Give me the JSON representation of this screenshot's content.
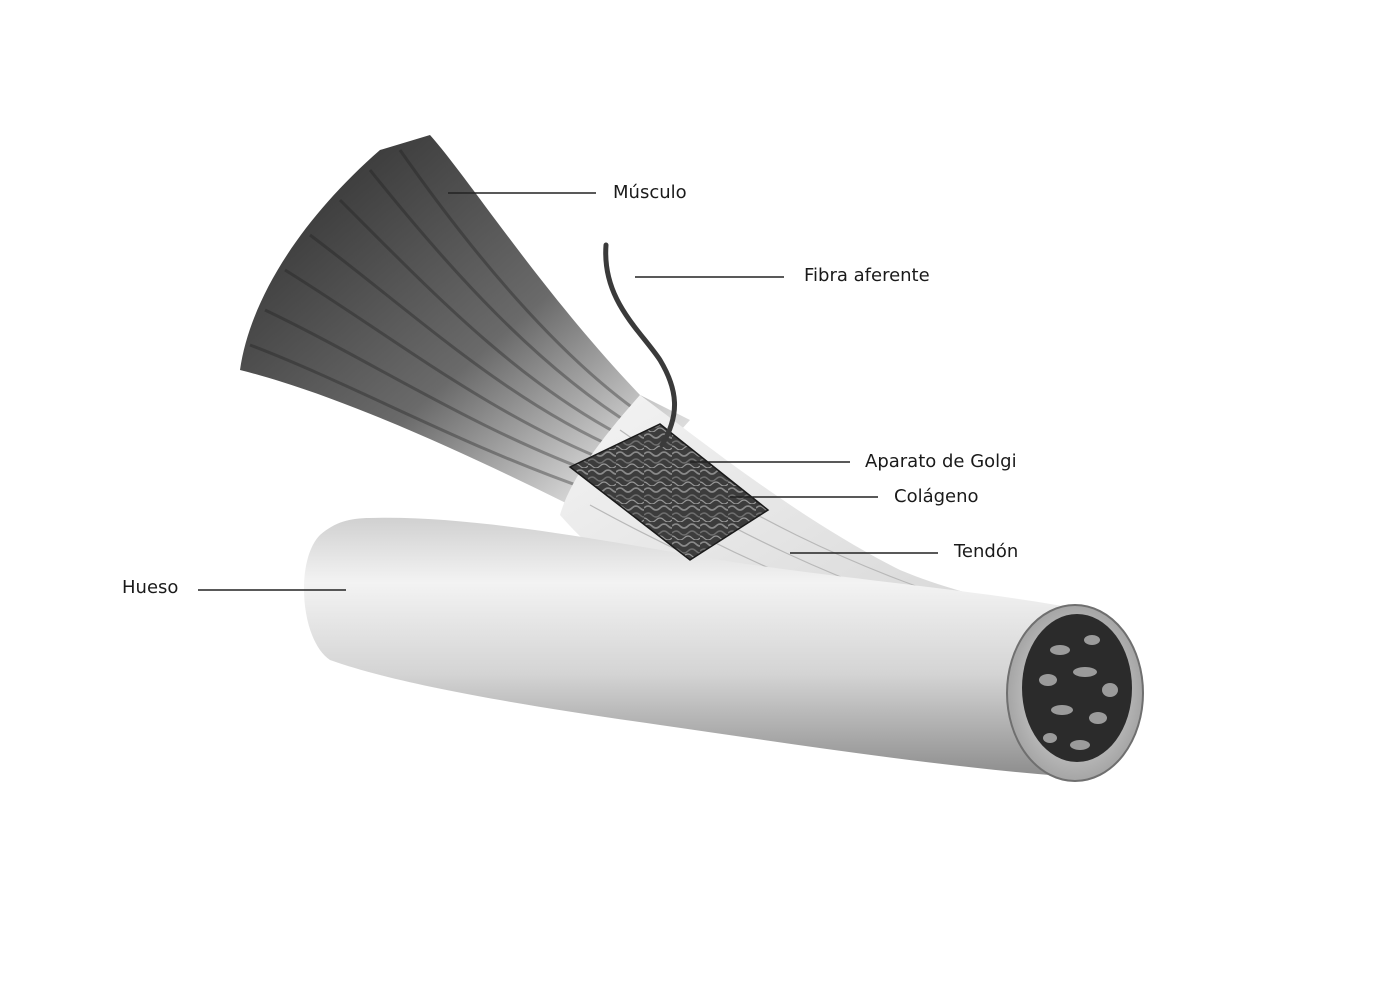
{
  "labels": {
    "musculo": "Músculo",
    "fibra": "Fibra aferente",
    "golgi": "Aparato de Golgi",
    "colageno": "Colágeno",
    "tendon": "Tendón",
    "hueso": "Hueso"
  },
  "colors": {
    "background": "#ffffff",
    "text": "#1a1a1a",
    "leader_line": "#222222",
    "muscle_dark": "#3a3a3a",
    "tendon_light": "#e8e8e8",
    "bone_mid": "#c8c8c8",
    "golgi_dark": "#2e2e2e"
  }
}
